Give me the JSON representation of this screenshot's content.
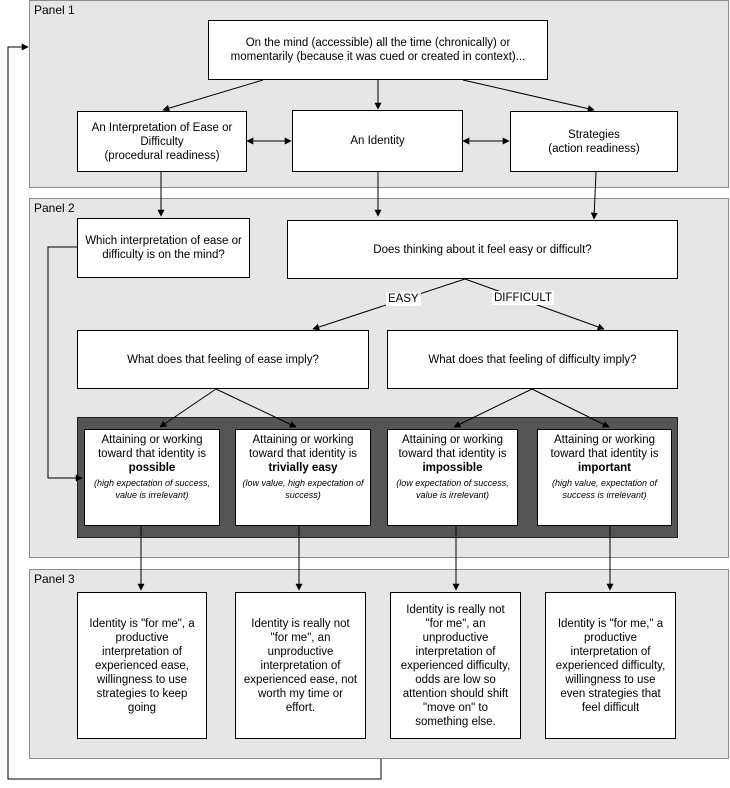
{
  "panels": [
    {
      "label": "Panel 1"
    },
    {
      "label": "Panel 2"
    },
    {
      "label": "Panel 3"
    }
  ],
  "panel1": {
    "top_box": "On the mind (accessible) all the time (chronically) or momentarily (because it was cued or created in context)...",
    "interpretation": "An Interpretation of Ease or Difficulty\n(procedural readiness)",
    "identity": "An Identity",
    "strategies": "Strategies\n(action readiness)"
  },
  "panel2": {
    "which_interpretation": "Which interpretation of ease or difficulty is on the mind?",
    "does_thinking": "Does thinking about it feel easy or difficult?",
    "easy_label": "EASY",
    "difficult_label": "DIFFICULT",
    "ease_imply": "What does that feeling of ease imply?",
    "difficulty_imply": "What does that feeling of difficulty imply?",
    "outcomes": [
      {
        "lead": "Attaining or working toward that identity is",
        "strong": "possible",
        "note": "(high expectation of success, value is irrelevant)"
      },
      {
        "lead": "Attaining or working toward that identity is",
        "strong": "trivially easy",
        "note": "(low value, high expectation of success)"
      },
      {
        "lead": "Attaining or working toward that identity is",
        "strong": "impossible",
        "note": "(low expectation of success, value is irrelevant)"
      },
      {
        "lead": "Attaining or working toward that identity is",
        "strong": "important",
        "note": "(high value, expectation of success is irrelevant)"
      }
    ]
  },
  "panel3": {
    "results": [
      "Identity is \"for me\", a productive interpretation of experienced ease, willingness to use strategies to keep going",
      "Identity is really not \"for me\", an unproductive interpretation of experienced ease, not worth my time or effort.",
      "Identity is really not \"for me\", an unproductive interpretation of experienced difficulty, odds are low so attention should shift \"move on\" to something else.",
      "Identity is \"for me,\" a productive interpretation of experienced difficulty, willingness to use even strategies that feel difficult"
    ]
  },
  "colors": {
    "panel_bg": "#e6e6e6",
    "dark_band": "#555555",
    "line": "#000000"
  }
}
